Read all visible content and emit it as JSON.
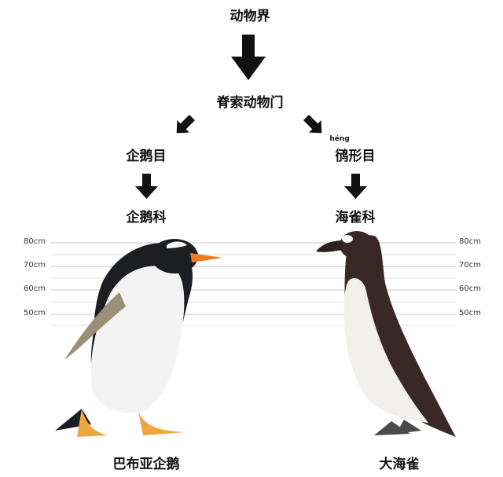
{
  "taxonomy": {
    "kingdom": "动物界",
    "phylum": "脊索动物门",
    "left": {
      "order": "企鹅目",
      "family": "企鹅科",
      "species": "巴布亚企鹅"
    },
    "right": {
      "order_pinyin": "héng",
      "order": "鸻形目",
      "family": "海雀科",
      "species": "大海雀"
    }
  },
  "height_scale": {
    "ticks": [
      "80cm",
      "70cm",
      "60cm",
      "50cm"
    ]
  },
  "colors": {
    "text": "#111111",
    "grid": "#c8c8c8",
    "arrow": "#111111",
    "penguin_beak": "#f07a1e"
  },
  "icons": [
    "arrow-down-icon",
    "arrow-down-left-icon",
    "arrow-down-right-icon"
  ]
}
